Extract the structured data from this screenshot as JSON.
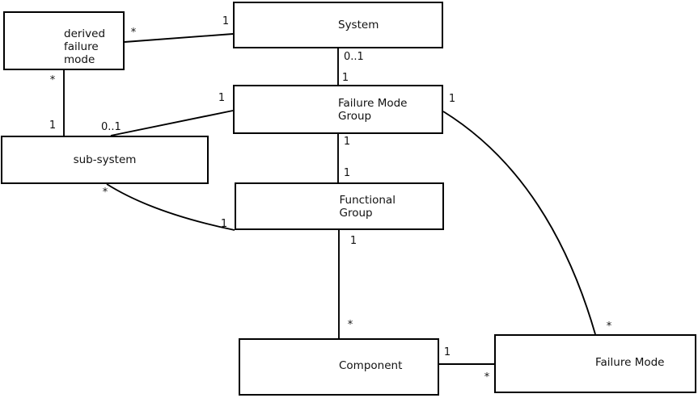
{
  "diagram": {
    "kind": "entity-relationship-class-diagram",
    "background_color": "#ffffff",
    "box_fill_color": "#ffffff",
    "box_border_color": "#000000",
    "line_color": "#000000",
    "text_color": "#111111"
  },
  "entities": {
    "derived_failure_mode": "derived\nfailure\nmode",
    "system": "System",
    "failure_mode_group": "Failure Mode\nGroup",
    "sub_system": "sub-system",
    "functional_group": "Functional\nGroup",
    "component": "Component",
    "failure_mode": "Failure Mode"
  },
  "relationships": {
    "derived_fm_system": {
      "from": "derived failure mode",
      "to": "System",
      "near_derived": "*",
      "near_system": "1"
    },
    "system_fmg": {
      "from": "System",
      "to": "Failure Mode Group",
      "near_system": "0..1",
      "near_fmg": "1"
    },
    "derived_fm_subsystem": {
      "from": "derived failure mode",
      "to": "sub-system",
      "near_derived": "*",
      "near_subsystem": "1"
    },
    "subsystem_fmg": {
      "from": "sub-system",
      "to": "Failure Mode Group",
      "near_subsystem": "0..1",
      "near_fmg": "1"
    },
    "fmg_functional": {
      "from": "Failure Mode Group",
      "to": "Functional Group",
      "near_fmg": "1",
      "near_functional": "1"
    },
    "subsystem_functional": {
      "from": "sub-system",
      "to": "Functional Group",
      "near_subsystem": "*",
      "near_functional": "1"
    },
    "functional_component": {
      "from": "Functional Group",
      "to": "Component",
      "near_functional": "1",
      "near_component": "*"
    },
    "component_failure_mode": {
      "from": "Component",
      "to": "Failure Mode",
      "near_component": "1",
      "near_failure_mode": "*"
    },
    "fmg_failure_mode": {
      "from": "Failure Mode Group",
      "to": "Failure Mode",
      "near_fmg": "1",
      "near_failure_mode": "*"
    }
  }
}
